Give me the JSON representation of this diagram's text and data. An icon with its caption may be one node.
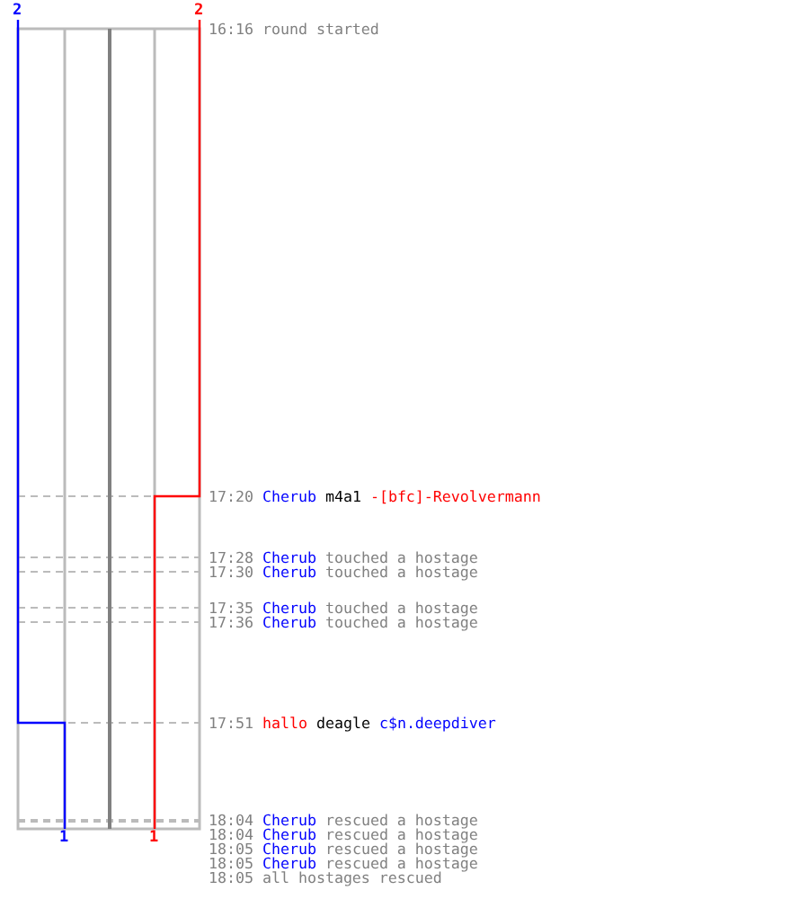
{
  "diagram": {
    "labels": [
      "2",
      "2",
      "16:16",
      "round started",
      "17:20",
      "Cherub",
      "m4a1",
      "-[bfc]-Revolvermann",
      "17:28",
      "Cherub",
      "touched a hostage",
      "17:30",
      "Cherub",
      "touched a hostage",
      "17:35",
      "Cherub",
      "touched a hostage",
      "17:36",
      "Cherub",
      "touched a hostage",
      "17:51",
      "hallo",
      "deagle",
      "c$n.deepdiver",
      "18:04",
      "Cherub",
      "rescued a hostage",
      "18:04",
      "Cherub",
      "rescued a hostage",
      "18:05",
      "Cherub",
      "rescued a hostage",
      "18:05",
      "Cherub",
      "rescued a hostage",
      "18:05",
      "all hostages rescued",
      "1",
      "1"
    ]
  }
}
